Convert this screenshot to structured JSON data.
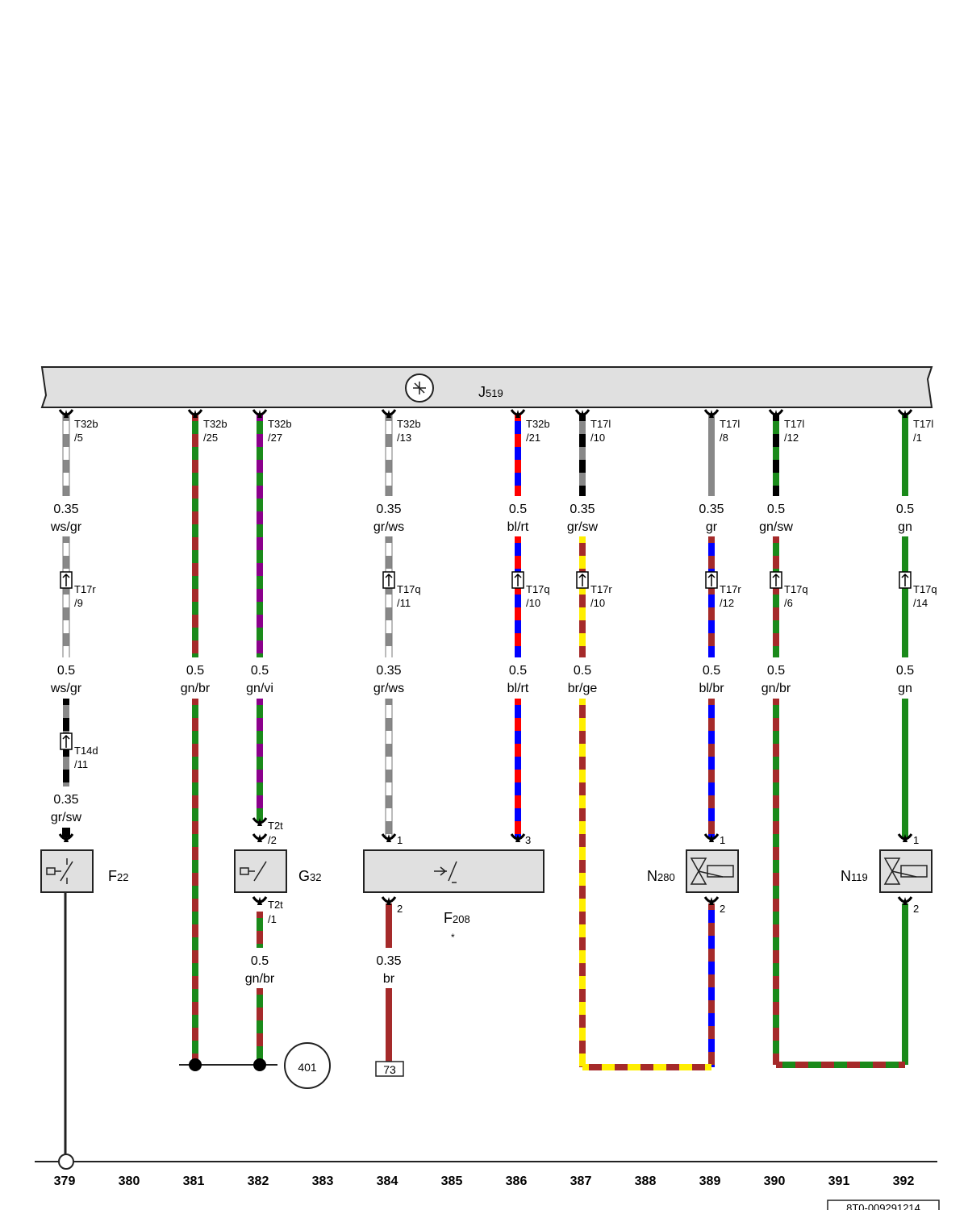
{
  "module": {
    "code": "J",
    "sub": "519"
  },
  "wires": [
    {
      "id": "w379",
      "connectors": [
        {
          "code": "T32b",
          "pin": "/5",
          "kind": "pin"
        },
        {
          "code": "T17r",
          "pin": "/9",
          "kind": "box"
        },
        {
          "code": "T14d",
          "pin": "/11",
          "kind": "box"
        }
      ],
      "labels": [
        {
          "size": "0.35",
          "color": "ws/gr"
        },
        {
          "size": "0.5",
          "color": "ws/gr"
        },
        {
          "size": "0.35",
          "color": "gr/sw"
        }
      ],
      "colors": [
        [
          "#ffffff",
          "#888888"
        ],
        [
          "#ffffff",
          "#888888"
        ],
        [
          "#888888",
          "#000000"
        ]
      ]
    },
    {
      "id": "w381",
      "connectors": [
        {
          "code": "T32b",
          "pin": "/25",
          "kind": "pin"
        }
      ],
      "labels": [
        {
          "size": "0.5",
          "color": "gn/br"
        }
      ],
      "colors": [
        [
          "#1a8a1a",
          "#a52a2a"
        ]
      ]
    },
    {
      "id": "w382",
      "connectors": [
        {
          "code": "T32b",
          "pin": "/27",
          "kind": "pin"
        },
        {
          "code": "T2t",
          "pin": "/2",
          "kind": "pin"
        },
        {
          "code": "T2t",
          "pin": "/1",
          "kind": "pin"
        }
      ],
      "labels": [
        {
          "size": "0.5",
          "color": "gn/vi"
        },
        {
          "size": "0.5",
          "color": "gn/br"
        }
      ],
      "colors": [
        [
          "#1a8a1a",
          "#8b008b"
        ],
        [
          "#1a8a1a",
          "#a52a2a"
        ]
      ]
    },
    {
      "id": "w384",
      "connectors": [
        {
          "code": "T32b",
          "pin": "/13",
          "kind": "pin"
        },
        {
          "code": "T17q",
          "pin": "/11",
          "kind": "box"
        }
      ],
      "labels": [
        {
          "size": "0.35",
          "color": "gr/ws"
        },
        {
          "size": "0.35",
          "color": "gr/ws"
        },
        {
          "size": "0.35",
          "color": "br"
        }
      ],
      "colors": [
        [
          "#ffffff",
          "#888888"
        ],
        [
          "#ffffff",
          "#888888"
        ],
        [
          "#a52a2a",
          "#a52a2a"
        ]
      ]
    },
    {
      "id": "w386",
      "connectors": [
        {
          "code": "T32b",
          "pin": "/21",
          "kind": "pin"
        },
        {
          "code": "T17q",
          "pin": "/10",
          "kind": "box"
        }
      ],
      "labels": [
        {
          "size": "0.5",
          "color": "bl/rt"
        },
        {
          "size": "0.5",
          "color": "bl/rt"
        }
      ],
      "colors": [
        [
          "#0000ff",
          "#ff0000"
        ],
        [
          "#0000ff",
          "#ff0000"
        ]
      ]
    },
    {
      "id": "w387",
      "connectors": [
        {
          "code": "T17l",
          "pin": "/10",
          "kind": "pin"
        },
        {
          "code": "T17r",
          "pin": "/10",
          "kind": "box"
        }
      ],
      "labels": [
        {
          "size": "0.35",
          "color": "gr/sw"
        },
        {
          "size": "0.5",
          "color": "br/ge"
        }
      ],
      "colors": [
        [
          "#888888",
          "#000000"
        ],
        [
          "#a52a2a",
          "#ffee00"
        ]
      ]
    },
    {
      "id": "w389",
      "connectors": [
        {
          "code": "T17l",
          "pin": "/8",
          "kind": "pin"
        },
        {
          "code": "T17r",
          "pin": "/12",
          "kind": "box"
        }
      ],
      "labels": [
        {
          "size": "0.35",
          "color": "gr"
        },
        {
          "size": "0.5",
          "color": "bl/br"
        }
      ],
      "colors": [
        [
          "#888888",
          "#888888"
        ],
        [
          "#0000ff",
          "#a52a2a"
        ]
      ]
    },
    {
      "id": "w390",
      "connectors": [
        {
          "code": "T17l",
          "pin": "/12",
          "kind": "pin"
        },
        {
          "code": "T17q",
          "pin": "/6",
          "kind": "box"
        }
      ],
      "labels": [
        {
          "size": "0.5",
          "color": "gn/sw"
        },
        {
          "size": "0.5",
          "color": "gn/br"
        }
      ],
      "colors": [
        [
          "#1a8a1a",
          "#000000"
        ],
        [
          "#1a8a1a",
          "#a52a2a"
        ]
      ]
    },
    {
      "id": "w392",
      "connectors": [
        {
          "code": "T17l",
          "pin": "/1",
          "kind": "pin"
        },
        {
          "code": "T17q",
          "pin": "/14",
          "kind": "box"
        }
      ],
      "labels": [
        {
          "size": "0.5",
          "color": "gn"
        },
        {
          "size": "0.5",
          "color": "gn"
        }
      ],
      "colors": [
        [
          "#1a8a1a",
          "#1a8a1a"
        ],
        [
          "#1a8a1a",
          "#1a8a1a"
        ]
      ]
    }
  ],
  "components": {
    "f22": {
      "code": "F",
      "sub": "22"
    },
    "g32": {
      "code": "G",
      "sub": "32"
    },
    "f208": {
      "code": "F",
      "sub": "208",
      "note": "*",
      "pins": [
        "1",
        "3",
        "2"
      ]
    },
    "n280": {
      "code": "N",
      "sub": "280",
      "pins": [
        "1",
        "2"
      ]
    },
    "n119": {
      "code": "N",
      "sub": "119",
      "pins": [
        "1",
        "2"
      ]
    }
  },
  "refs": {
    "circle": "401",
    "box": "73"
  },
  "columns": [
    "379",
    "380",
    "381",
    "382",
    "383",
    "384",
    "385",
    "386",
    "387",
    "388",
    "389",
    "390",
    "391",
    "392"
  ],
  "doc_number": "8T0-009291214"
}
